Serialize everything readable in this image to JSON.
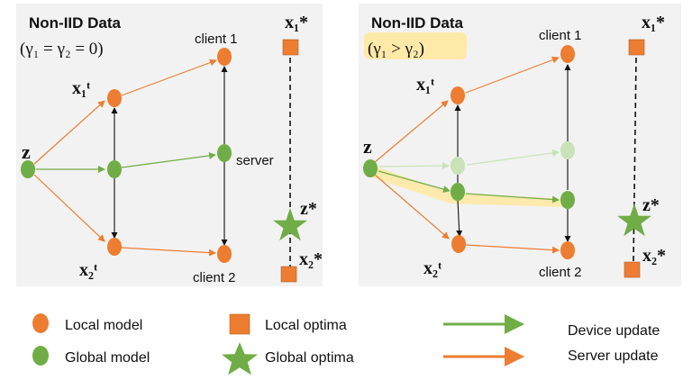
{
  "colors": {
    "local": "#ed7d31",
    "global": "#70ad47",
    "global_faded": "#c9e2b8",
    "panel_bg": "#f2f2f2",
    "highlight": "#fde9a8",
    "arrow_dark": "#111111"
  },
  "left_panel": {
    "title": "Non-IID Data",
    "condition": "(γ₁ = γ₂ = 0)",
    "z_label": "z",
    "x1t": "x₁ᵗ",
    "x2t": "x₂ᵗ",
    "client1": "client 1",
    "client2": "client 2",
    "server": "server",
    "x1star": "x₁*",
    "x2star": "x₂*",
    "zstar": "z*"
  },
  "right_panel": {
    "title": "Non-IID Data",
    "condition": "(γ₁ > γ₂)",
    "z_label": "z",
    "x1t": "x₁ᵗ",
    "x2t": "x₂ᵗ",
    "client1": "client 1",
    "client2": "client 2",
    "x1star": "x₁*",
    "x2star": "x₂*",
    "zstar": "z*"
  },
  "legend": {
    "local_model": "Local model",
    "global_model": "Global  model",
    "local_optima": "Local optima",
    "global_optima": "Global optima",
    "device_update": "Device update",
    "server_update": "Server update"
  }
}
